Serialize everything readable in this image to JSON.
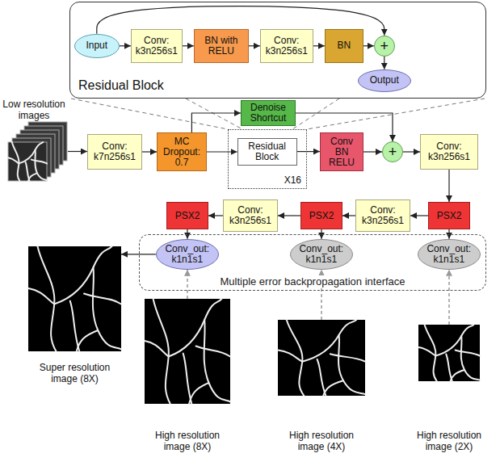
{
  "diagram": {
    "nodes": [
      {
        "text": [
          "Residual Block"
        ]
      },
      {
        "text": [
          "Input"
        ],
        "in": 0
      },
      {
        "text": [
          "Conv: k3n256s1"
        ],
        "in": 0
      },
      {
        "text": [
          "BN with RELU"
        ],
        "in": 0
      },
      {
        "text": [
          "Conv: k3n256s1"
        ],
        "in": 0
      },
      {
        "text": [
          "BN"
        ],
        "in": 0
      },
      {
        "text": [
          "+"
        ],
        "in": 0
      },
      {
        "text": [
          "Output"
        ],
        "in": 0
      },
      {
        "text": [
          "Low resolution images"
        ]
      },
      {
        "text": [
          "Conv: k7n256s1"
        ]
      },
      {
        "text": [
          "MC Dropout: 0.7"
        ]
      },
      {
        "text": [
          "Denoise Shortcut"
        ]
      },
      {
        "text": [
          "X16"
        ]
      },
      {
        "text": [
          "Residual Block"
        ],
        "in": 12
      },
      {
        "text": [
          "Conv BN RELU"
        ]
      },
      {
        "text": [
          "+"
        ]
      },
      {
        "text": [
          "Conv: k3n256s1"
        ]
      },
      {
        "text": [
          "PSX2"
        ]
      },
      {
        "text": [
          "Conv: k3n256s1"
        ]
      },
      {
        "text": [
          "PSX2"
        ]
      },
      {
        "text": [
          "Conv: k3n256s1"
        ]
      },
      {
        "text": [
          "PSX2"
        ]
      },
      {
        "text": [
          "Multiple error backpropagation interface"
        ]
      },
      {
        "text": [
          "Conv_out: k1n1s1"
        ],
        "in": 22
      },
      {
        "text": [
          "Conv_out: k1n1s1"
        ],
        "in": 22
      },
      {
        "text": [
          "Conv_out: k1n1s1"
        ],
        "in": 22
      },
      {
        "text": [
          "Super resolution image (8X)"
        ]
      },
      {
        "text": [
          "High resolution image (8X)"
        ]
      },
      {
        "text": [
          "High resolution image (4X)"
        ]
      },
      {
        "text": [
          "High resolution image (2X)"
        ]
      }
    ],
    "edges": [
      {
        "from": 1,
        "to": 2,
        "arrow": "to"
      },
      {
        "from": 2,
        "to": 3,
        "arrow": "to"
      },
      {
        "from": 3,
        "to": 4,
        "arrow": "to"
      },
      {
        "from": 4,
        "to": 5,
        "arrow": "to"
      },
      {
        "from": 5,
        "to": 6,
        "arrow": "to"
      },
      {
        "from": 1,
        "to": 6,
        "arrow": "to"
      },
      {
        "from": 6,
        "to": 7,
        "arrow": "to"
      },
      {
        "from": 8,
        "to": 9,
        "arrow": "to"
      },
      {
        "from": 9,
        "to": 10,
        "arrow": "to"
      },
      {
        "from": 10,
        "to": 13,
        "arrow": "to"
      },
      {
        "from": 10,
        "to": 11,
        "arrow": "to"
      },
      {
        "from": 11,
        "to": 15,
        "arrow": "to"
      },
      {
        "from": 13,
        "to": 14,
        "arrow": "to"
      },
      {
        "from": 14,
        "to": 15,
        "arrow": "to"
      },
      {
        "from": 15,
        "to": 16,
        "arrow": "to"
      },
      {
        "from": 16,
        "to": 17,
        "arrow": "to"
      },
      {
        "from": 17,
        "to": 18,
        "arrow": "to"
      },
      {
        "from": 18,
        "to": 19,
        "arrow": "to"
      },
      {
        "from": 19,
        "to": 20,
        "arrow": "to"
      },
      {
        "from": 20,
        "to": 21,
        "arrow": "to"
      },
      {
        "from": 21,
        "to": 23,
        "arrow": "to"
      },
      {
        "from": 19,
        "to": 24,
        "arrow": "to"
      },
      {
        "from": 17,
        "to": 25,
        "arrow": "to"
      },
      {
        "from": 23,
        "to": 26,
        "arrow": "to"
      },
      {
        "from": 27,
        "to": 23,
        "arrow": "to"
      },
      {
        "from": 28,
        "to": 24,
        "arrow": "to"
      },
      {
        "from": 29,
        "to": 25,
        "arrow": "to"
      }
    ]
  }
}
